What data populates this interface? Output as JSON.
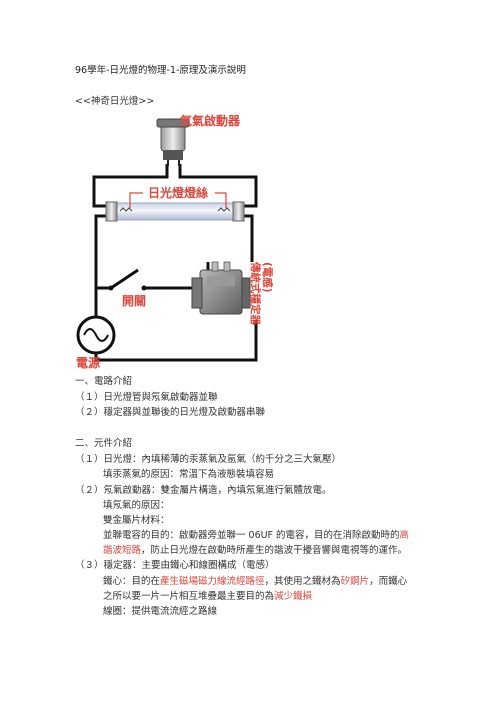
{
  "doc": {
    "title": "96學年-日光燈的物理-1-原理及演示說明",
    "subtitle": "<<神奇日光燈>>"
  },
  "diagram": {
    "starter_label": "氖氣啟動器",
    "filament_label": "日光燈燈絲",
    "ballast_label": "傳統式穩定器",
    "ballast_sub": "(電感)",
    "switch_label": "開關",
    "power_label": "電源"
  },
  "section1": {
    "heading": "一、電路介紹",
    "items": [
      {
        "num": "（１）",
        "text": "日光燈管與氖氣啟動器並聯"
      },
      {
        "num": "（２）",
        "text": "穩定器與並聯後的日光燈及啟動器串聯"
      }
    ]
  },
  "section2": {
    "heading": "二、元件介紹",
    "item1": {
      "num": "（１）",
      "text": "日光燈：內填稀薄的汞蒸氣及氬氣（約千分之三大氣壓）",
      "sub1": "填汞蒸氣的原因：常溫下為液態裝填容易"
    },
    "item2": {
      "num": "（２）",
      "text": "氖氣啟動器：雙金屬片構造，內填氖氣進行氣體放電。",
      "sub1": "填氖氣的原因：",
      "sub2": "雙金屬片材料：",
      "cap_a": "並聯電容的目的：啟動器旁並聯一 06UF 的電容，目的在消除啟動時的",
      "cap_b": "高",
      "cap_c": "諧波短路",
      "cap_d": "，防止日光燈在啟動時所產生的諧波干擾音響與電視等的運作。"
    },
    "item3": {
      "num": "（３）",
      "text": "穩定器：主要由鐵心和線圈構成（電感）",
      "core_a": "鐵心：目的在",
      "core_b": "產生磁場磁力線流經路徑",
      "core_c": "，其使用之鐵材為",
      "core_d": "矽鋼片",
      "core_e": "，而鐵心",
      "core2_a": "之所以要一片一片相互堆疊最主要目的為",
      "core2_b": "減少鐵損",
      "coil": "線圈：提供電流流經之路線"
    }
  }
}
